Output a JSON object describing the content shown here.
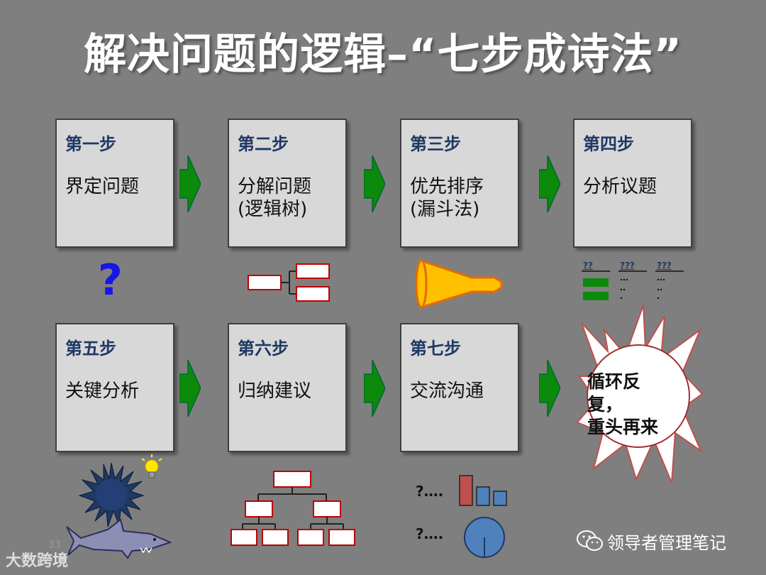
{
  "title": "解决问题的逻辑–“七步成诗法”",
  "steps": [
    {
      "label": "第一步",
      "lines": [
        "界定问题"
      ]
    },
    {
      "label": "第二步",
      "lines": [
        "分解问题",
        "(逻辑树)"
      ]
    },
    {
      "label": "第三步",
      "lines": [
        "优先排序",
        "(漏斗法)"
      ]
    },
    {
      "label": "第四步",
      "lines": [
        "分析议题"
      ]
    },
    {
      "label": "第五步",
      "lines": [
        "关键分析"
      ]
    },
    {
      "label": "第六步",
      "lines": [
        "归纳建议"
      ]
    },
    {
      "label": "第七步",
      "lines": [
        "交流沟通"
      ]
    }
  ],
  "question_mark": "?",
  "issue_icons": {
    "col1": "??",
    "col2": "???",
    "col3": "???"
  },
  "bubble": {
    "lines": [
      "循环反复，",
      "重头再来"
    ]
  },
  "question_dots": [
    "?….",
    "?…."
  ],
  "page_number": "33",
  "watermark_left": "大数跨境",
  "watermark_right": "领导者管理笔记",
  "colors": {
    "background": "#7f7f7f",
    "box": "#d8d8d8",
    "step_label": "#1f3864",
    "arrow": "#0b8a0b",
    "funnel": "#ffc000",
    "bar_red": "#c0504d",
    "bar_blue": "#4f81bd"
  }
}
